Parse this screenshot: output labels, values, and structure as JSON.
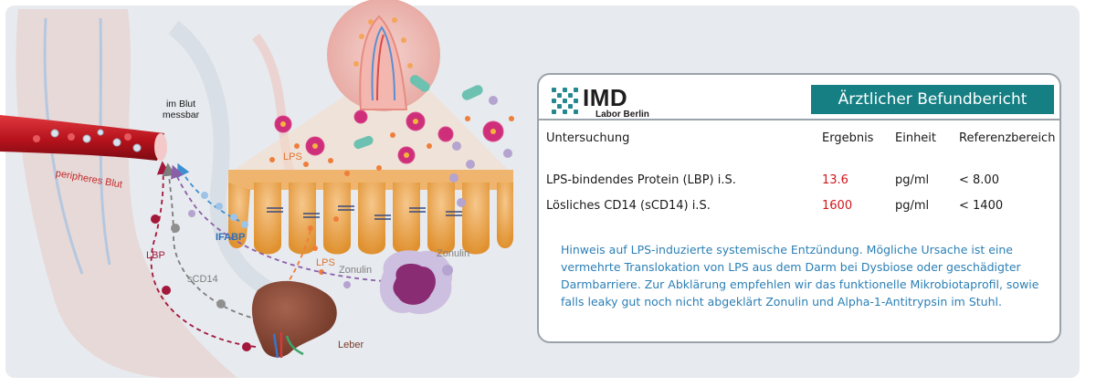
{
  "illustration": {
    "label_blood_measurable": "im Blut messbar",
    "label_peripheral_blood": "peripheres Blut",
    "label_lps_top": "LPS",
    "label_ifabp": "IFABP",
    "label_zonulin_right": "Zonulin",
    "label_lps_bottom": "LPS",
    "label_zonulin_bottom": "Zonulin",
    "label_lbp": "LBP",
    "label_scd14": "sCD14",
    "label_liver": "Leber"
  },
  "report": {
    "logo_text": "IMD",
    "logo_subtitle": "Labor Berlin",
    "title": "Ärztlicher Befundbericht",
    "columns": [
      "Untersuchung",
      "Ergebnis",
      "Einheit",
      "Referenzbereich"
    ],
    "rows": [
      {
        "test": "LPS-bindendes Protein (LBP)  i.S.",
        "result": "13.6",
        "unit": "pg/ml",
        "reference": "< 8.00"
      },
      {
        "test": "Lösliches CD14 (sCD14)  i.S.",
        "result": "1600",
        "unit": "pg/ml",
        "reference": "< 1400"
      }
    ],
    "note": "Hinweis auf LPS-induzierte systemische Entzündung. Mögliche Ursache ist eine vermehrte Translokation von LPS aus dem Darm bei Dysbiose oder geschädigter Darmbarriere. Zur Abklärung empfehlen wir das funktionelle Mikrobiotaprofil, sowie falls leaky gut noch nicht abgeklärt Zonulin und Alpha-1-Antitrypsin im Stuhl."
  },
  "colors": {
    "teal": "#157f83",
    "result_red": "#d0161b",
    "note_blue": "#2b7fb5",
    "lbp_arrow": "#a3173b",
    "scd14_arrow": "#7d7d7d",
    "ifabp_arrow": "#3d8fd1",
    "zonulin_arrow": "#8a5fa8"
  }
}
